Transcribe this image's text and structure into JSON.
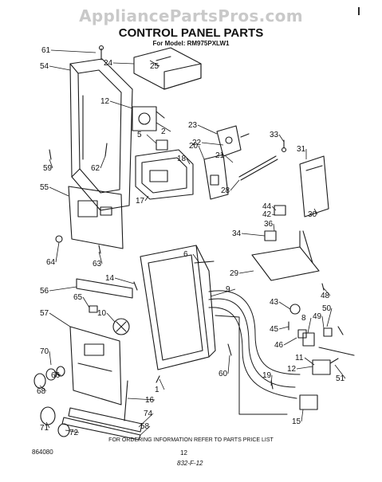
{
  "watermark": "AppliancePartsPros.com",
  "title": "CONTROL PANEL PARTS",
  "subtitle": "For Model: RM975PXLW1",
  "footer_note": "FOR ORDERING INFORMATION REFER TO PARTS PRICE LIST",
  "doc_code": "864080",
  "page_number": "12",
  "bottom_code": "832-F-12",
  "corner_mark": "l",
  "callouts": [
    "61",
    "54",
    "24",
    "25",
    "12",
    "2",
    "5",
    "23",
    "22",
    "20",
    "18",
    "21",
    "33",
    "31",
    "59",
    "62",
    "17",
    "28",
    "30",
    "55",
    "44",
    "42",
    "36",
    "34",
    "64",
    "63",
    "6",
    "29",
    "14",
    "56",
    "9",
    "48",
    "65",
    "57",
    "43",
    "50",
    "10",
    "45",
    "49",
    "8",
    "46",
    "70",
    "60",
    "19",
    "12",
    "11",
    "66",
    "51",
    "68",
    "1",
    "16",
    "74",
    "58",
    "15",
    "71",
    "72"
  ]
}
